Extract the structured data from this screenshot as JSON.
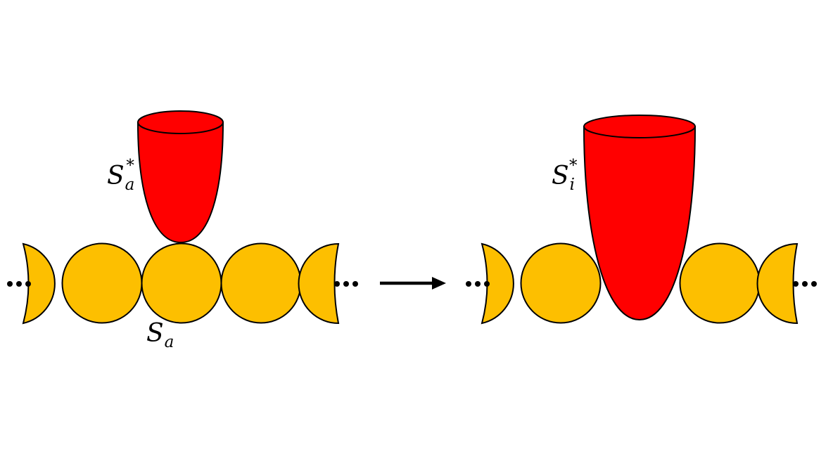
{
  "colors": {
    "bead": "#FDBF00",
    "cup": "#FF0000",
    "stroke": "#000000",
    "background": "#FFFFFF"
  },
  "left_panel": {
    "cup_label": {
      "base": "S",
      "sub": "a",
      "sup": "*"
    },
    "bead_label": {
      "base": "S",
      "sub": "a"
    },
    "ellipsis_left": "•••",
    "ellipsis_right": "•••"
  },
  "right_panel": {
    "cup_label": {
      "base": "S",
      "sub": "i",
      "sup": "*"
    },
    "ellipsis_left": "•••",
    "ellipsis_right": "•••"
  },
  "arrow": {
    "icon": "right-arrow-icon"
  }
}
